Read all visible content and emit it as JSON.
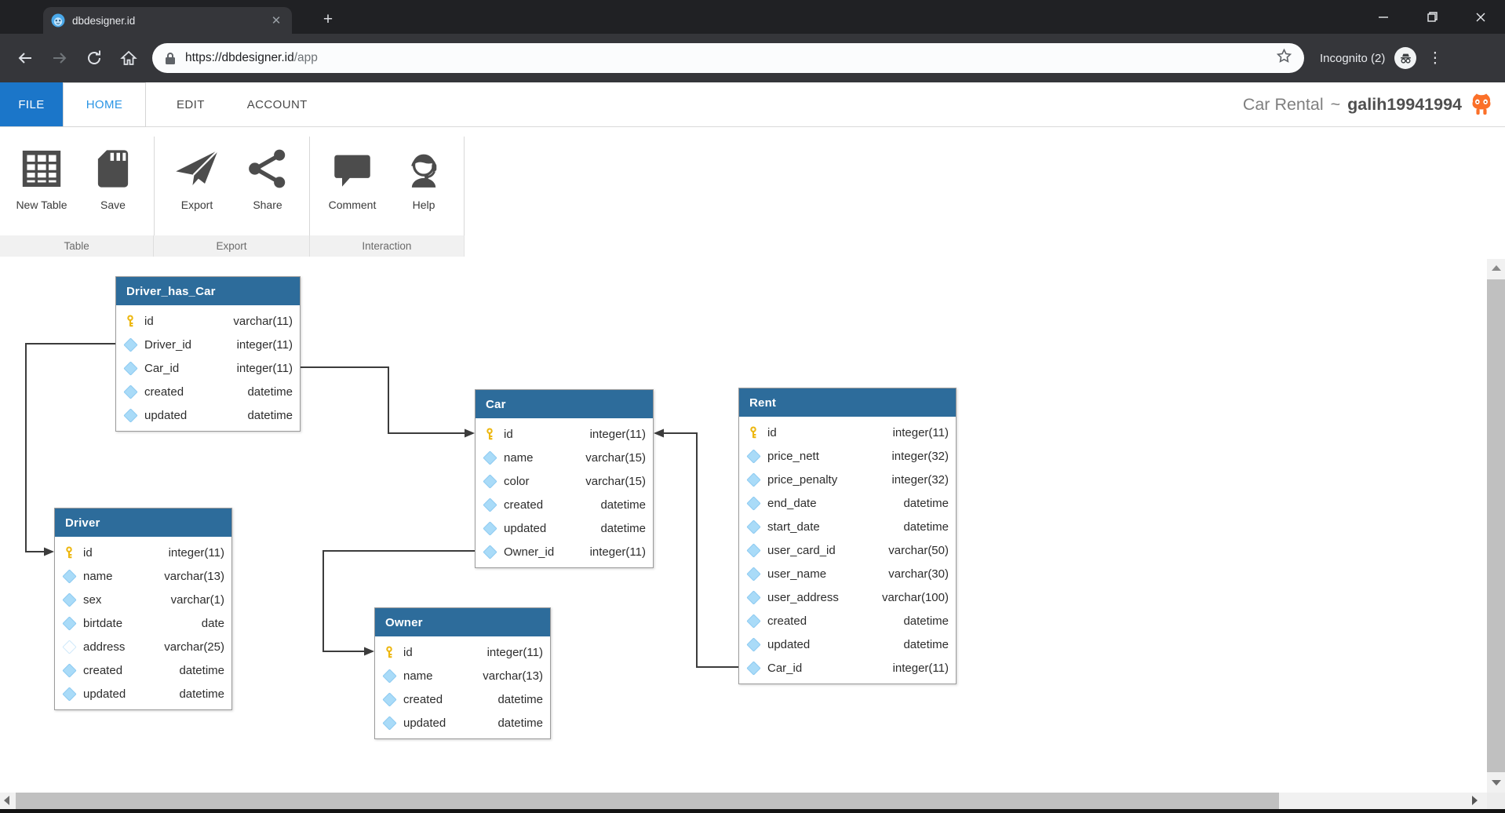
{
  "browser": {
    "tab_title": "dbdesigner.id",
    "url_host": "https://dbdesigner.id",
    "url_path": "/app",
    "incognito_label": "Incognito (2)"
  },
  "menu": {
    "file": "FILE",
    "home": "HOME",
    "edit": "EDIT",
    "account": "ACCOUNT",
    "project": "Car Rental",
    "tilde": "~",
    "username": "galih19941994"
  },
  "ribbon": {
    "buttons": [
      {
        "id": "new-table",
        "label": "New Table",
        "icon": "table-grid-icon"
      },
      {
        "id": "save",
        "label": "Save",
        "icon": "sd-card-icon"
      },
      {
        "id": "export",
        "label": "Export",
        "icon": "paper-plane-icon"
      },
      {
        "id": "share",
        "label": "Share",
        "icon": "share-nodes-icon"
      },
      {
        "id": "comment",
        "label": "Comment",
        "icon": "speech-bubble-icon"
      },
      {
        "id": "help",
        "label": "Help",
        "icon": "support-agent-icon"
      }
    ],
    "groups": [
      "Table",
      "Export",
      "Interaction"
    ]
  },
  "colors": {
    "table_header_blue": "#2d6c9b",
    "file_tab_blue": "#1b76c9",
    "home_text_blue": "#2a95e5",
    "key_gold": "#edb711",
    "diamond_blue": "#a9dbf8",
    "connector_gray": "#3c3c3c",
    "octocat_orange": "#fb7029"
  },
  "diagram": {
    "tables": [
      {
        "id": "Driver_has_Car",
        "title": "Driver_has_Car",
        "fields": [
          {
            "name": "id",
            "type": "varchar(11)",
            "icon": "key"
          },
          {
            "name": "Driver_id",
            "type": "integer(11)",
            "icon": "diamond"
          },
          {
            "name": "Car_id",
            "type": "integer(11)",
            "icon": "diamond"
          },
          {
            "name": "created",
            "type": "datetime",
            "icon": "diamond"
          },
          {
            "name": "updated",
            "type": "datetime",
            "icon": "diamond"
          }
        ]
      },
      {
        "id": "Car",
        "title": "Car",
        "fields": [
          {
            "name": "id",
            "type": "integer(11)",
            "icon": "key"
          },
          {
            "name": "name",
            "type": "varchar(15)",
            "icon": "diamond"
          },
          {
            "name": "color",
            "type": "varchar(15)",
            "icon": "diamond"
          },
          {
            "name": "created",
            "type": "datetime",
            "icon": "diamond"
          },
          {
            "name": "updated",
            "type": "datetime",
            "icon": "diamond"
          },
          {
            "name": "Owner_id",
            "type": "integer(11)",
            "icon": "diamond"
          }
        ]
      },
      {
        "id": "Rent",
        "title": "Rent",
        "fields": [
          {
            "name": "id",
            "type": "integer(11)",
            "icon": "key"
          },
          {
            "name": "price_nett",
            "type": "integer(32)",
            "icon": "diamond"
          },
          {
            "name": "price_penalty",
            "type": "integer(32)",
            "icon": "diamond"
          },
          {
            "name": "end_date",
            "type": "datetime",
            "icon": "diamond"
          },
          {
            "name": "start_date",
            "type": "datetime",
            "icon": "diamond"
          },
          {
            "name": "user_card_id",
            "type": "varchar(50)",
            "icon": "diamond"
          },
          {
            "name": "user_name",
            "type": "varchar(30)",
            "icon": "diamond"
          },
          {
            "name": "user_address",
            "type": "varchar(100)",
            "icon": "diamond"
          },
          {
            "name": "created",
            "type": "datetime",
            "icon": "diamond"
          },
          {
            "name": "updated",
            "type": "datetime",
            "icon": "diamond"
          },
          {
            "name": "Car_id",
            "type": "integer(11)",
            "icon": "diamond"
          }
        ]
      },
      {
        "id": "Driver",
        "title": "Driver",
        "fields": [
          {
            "name": "id",
            "type": "integer(11)",
            "icon": "key"
          },
          {
            "name": "name",
            "type": "varchar(13)",
            "icon": "diamond"
          },
          {
            "name": "sex",
            "type": "varchar(1)",
            "icon": "diamond"
          },
          {
            "name": "birtdate",
            "type": "date",
            "icon": "diamond"
          },
          {
            "name": "address",
            "type": "varchar(25)",
            "icon": "diamond-outline"
          },
          {
            "name": "created",
            "type": "datetime",
            "icon": "diamond"
          },
          {
            "name": "updated",
            "type": "datetime",
            "icon": "diamond"
          }
        ]
      },
      {
        "id": "Owner",
        "title": "Owner",
        "fields": [
          {
            "name": "id",
            "type": "integer(11)",
            "icon": "key"
          },
          {
            "name": "name",
            "type": "varchar(13)",
            "icon": "diamond"
          },
          {
            "name": "created",
            "type": "datetime",
            "icon": "diamond"
          },
          {
            "name": "updated",
            "type": "datetime",
            "icon": "diamond"
          }
        ]
      }
    ],
    "relationships": [
      {
        "from": "Driver_has_Car.Driver_id",
        "to": "Driver.id"
      },
      {
        "from": "Driver_has_Car.Car_id",
        "to": "Car.id"
      },
      {
        "from": "Rent.Car_id",
        "to": "Car.id"
      },
      {
        "from": "Car.Owner_id",
        "to": "Owner.id"
      }
    ]
  }
}
